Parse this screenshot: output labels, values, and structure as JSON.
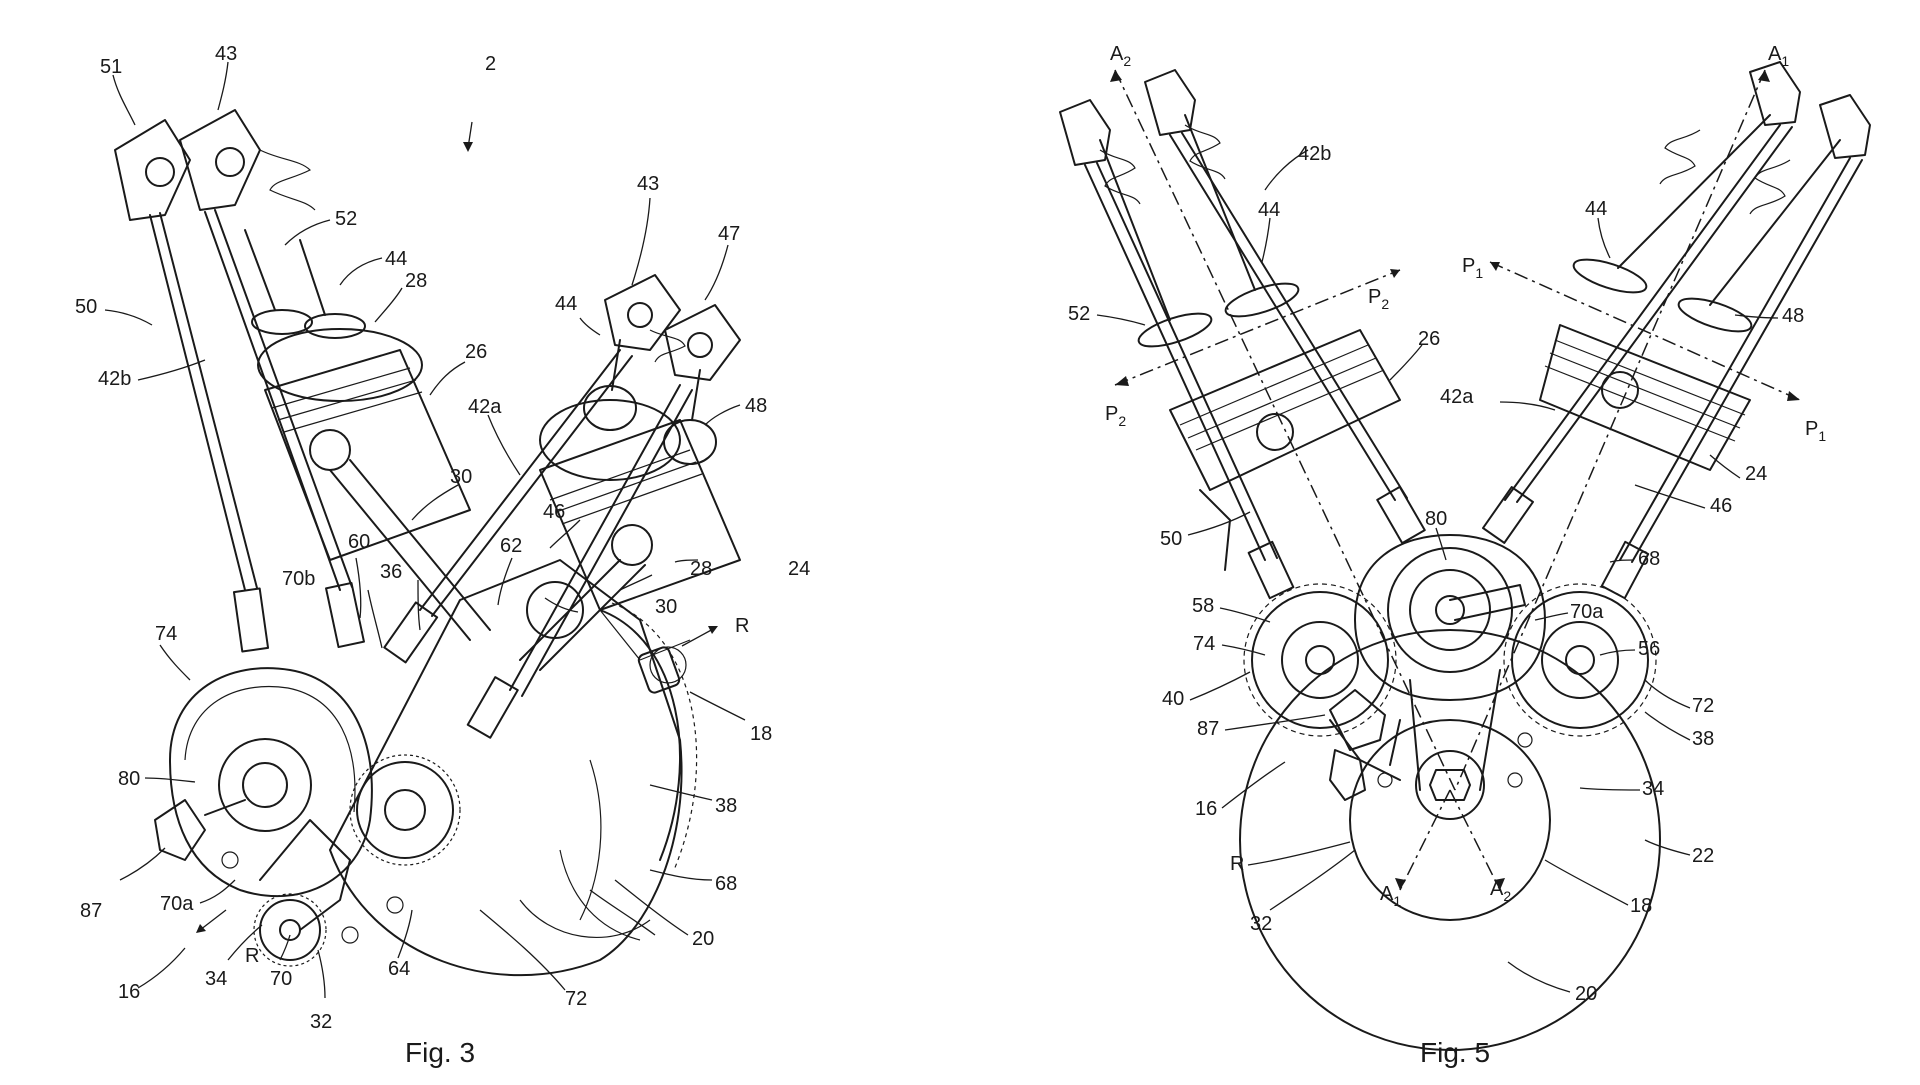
{
  "figures": [
    {
      "caption": "Fig. 3",
      "labels": [
        {
          "text": "51"
        },
        {
          "text": "43"
        },
        {
          "text": "2"
        },
        {
          "text": "52"
        },
        {
          "text": "44"
        },
        {
          "text": "28"
        },
        {
          "text": "50"
        },
        {
          "text": "42b"
        },
        {
          "text": "26"
        },
        {
          "text": "43"
        },
        {
          "text": "47"
        },
        {
          "text": "44"
        },
        {
          "text": "48"
        },
        {
          "text": "42a"
        },
        {
          "text": "30"
        },
        {
          "text": "60"
        },
        {
          "text": "70b"
        },
        {
          "text": "36"
        },
        {
          "text": "62"
        },
        {
          "text": "46"
        },
        {
          "text": "28"
        },
        {
          "text": "24"
        },
        {
          "text": "30"
        },
        {
          "text": "R"
        },
        {
          "text": "74"
        },
        {
          "text": "18"
        },
        {
          "text": "80"
        },
        {
          "text": "38"
        },
        {
          "text": "87"
        },
        {
          "text": "68"
        },
        {
          "text": "70a"
        },
        {
          "text": "20"
        },
        {
          "text": "R"
        },
        {
          "text": "16"
        },
        {
          "text": "34"
        },
        {
          "text": "70"
        },
        {
          "text": "64"
        },
        {
          "text": "72"
        },
        {
          "text": "32"
        }
      ]
    },
    {
      "caption": "Fig. 5",
      "labels": [
        {
          "text": "A",
          "sub": "2"
        },
        {
          "text": "A",
          "sub": "1"
        },
        {
          "text": "42b"
        },
        {
          "text": "44"
        },
        {
          "text": "44"
        },
        {
          "text": "P",
          "sub": "1"
        },
        {
          "text": "52"
        },
        {
          "text": "P",
          "sub": "2"
        },
        {
          "text": "48"
        },
        {
          "text": "26"
        },
        {
          "text": "P",
          "sub": "2"
        },
        {
          "text": "42a"
        },
        {
          "text": "P",
          "sub": "1"
        },
        {
          "text": "24"
        },
        {
          "text": "80"
        },
        {
          "text": "46"
        },
        {
          "text": "50"
        },
        {
          "text": "68"
        },
        {
          "text": "58"
        },
        {
          "text": "70a"
        },
        {
          "text": "74"
        },
        {
          "text": "56"
        },
        {
          "text": "40"
        },
        {
          "text": "72"
        },
        {
          "text": "87"
        },
        {
          "text": "38"
        },
        {
          "text": "16"
        },
        {
          "text": "34"
        },
        {
          "text": "R"
        },
        {
          "text": "22"
        },
        {
          "text": "A",
          "sub": "1"
        },
        {
          "text": "A",
          "sub": "2"
        },
        {
          "text": "18"
        },
        {
          "text": "32"
        },
        {
          "text": "20"
        }
      ]
    }
  ]
}
